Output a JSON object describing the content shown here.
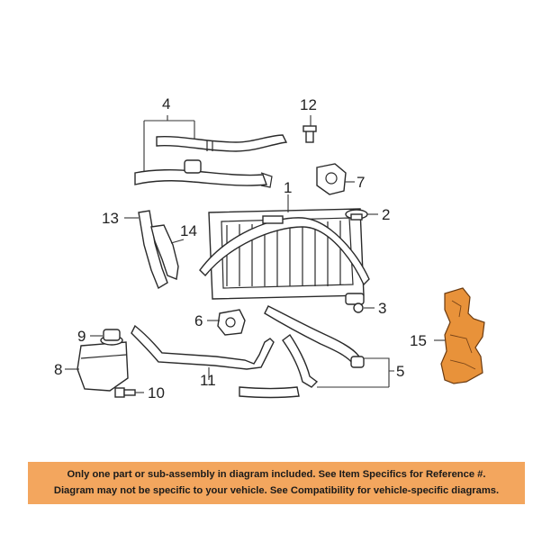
{
  "callouts": {
    "c1": "1",
    "c2": "2",
    "c3": "3",
    "c4": "4",
    "c5": "5",
    "c6": "6",
    "c7": "7",
    "c8": "8",
    "c9": "9",
    "c10": "10",
    "c11": "11",
    "c12": "12",
    "c13": "13",
    "c14": "14",
    "c15": "15"
  },
  "highlighted_part": "15",
  "colors": {
    "highlight": "#e8923a",
    "banner_bg": "#f3a65e",
    "line": "#2a2a2a"
  },
  "disclaimer": {
    "line1": "Only one part or sub-assembly in diagram included. See Item Specifics for Reference #.",
    "line2": "Diagram may not be specific to your vehicle. See Compatibility for vehicle-specific diagrams."
  }
}
